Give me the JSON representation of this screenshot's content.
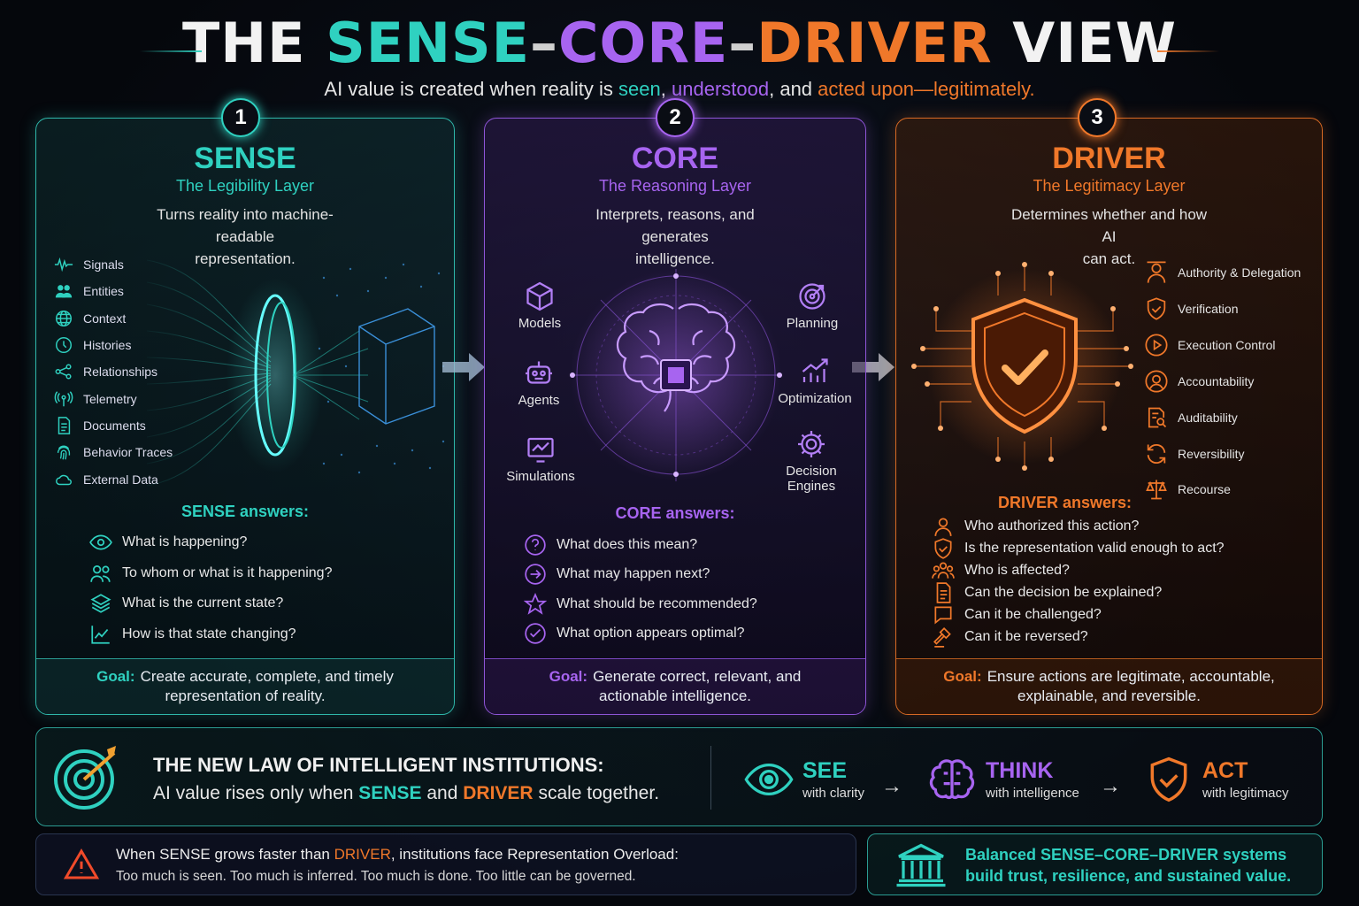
{
  "title": {
    "the": "THE",
    "sense": "SENSE",
    "dash1": "–",
    "core": "CORE",
    "dash2": "–",
    "driver": "DRIVER",
    "view": "VIEW"
  },
  "subtitle": {
    "pre": "AI value is created when reality is",
    "seen": "seen",
    "comma1": ",",
    "understood": "understood",
    "and": ", and",
    "acted": "acted upon—legitimately."
  },
  "sense": {
    "number": "1",
    "title": "SENSE",
    "subtitle": "The Legibility Layer",
    "description_line1": "Turns reality into machine-readable",
    "description_line2": "representation.",
    "inputs": [
      "Signals",
      "Entities",
      "Context",
      "Histories",
      "Relationships",
      "Telemetry",
      "Documents",
      "Behavior Traces",
      "External Data"
    ],
    "answers_title": "SENSE answers:",
    "answers": [
      "What is happening?",
      "To whom or what is it happening?",
      "What is the current state?",
      "How is that state changing?"
    ],
    "goal_label": "Goal:",
    "goal_line1": "Create accurate, complete, and timely",
    "goal_line2": "representation of reality."
  },
  "core": {
    "number": "2",
    "title": "CORE",
    "subtitle": "The Reasoning Layer",
    "description_line1": "Interprets, reasons, and generates",
    "description_line2": "intelligence.",
    "nodes": {
      "models": "Models",
      "agents": "Agents",
      "simulations": "Simulations",
      "planning": "Planning",
      "optimization": "Optimization",
      "decision_line1": "Decision",
      "decision_line2": "Engines"
    },
    "answers_title": "CORE answers:",
    "answers": [
      "What does this mean?",
      "What may happen next?",
      "What should be recommended?",
      "What option appears optimal?"
    ],
    "goal_label": "Goal:",
    "goal_line1": "Generate correct, relevant, and",
    "goal_line2": "actionable intelligence."
  },
  "driver": {
    "number": "3",
    "title": "DRIVER",
    "subtitle": "The Legitimacy Layer",
    "description_line1": "Determines whether and how AI",
    "description_line2": "can act.",
    "controls": [
      "Authority & Delegation",
      "Verification",
      "Execution Control",
      "Accountability",
      "Auditability",
      "Reversibility",
      "Recourse"
    ],
    "answers_title": "DRIVER answers:",
    "answers": [
      "Who authorized this action?",
      "Is the representation valid enough to act?",
      "Who is affected?",
      "Can the decision be explained?",
      "Can it be challenged?",
      "Can it be reversed?"
    ],
    "goal_label": "Goal:",
    "goal_line1": "Ensure actions are legitimate, accountable,",
    "goal_line2": "explainable, and reversible."
  },
  "law": {
    "title": "THE NEW LAW OF INTELLIGENT INSTITUTIONS:",
    "text_pre": "AI value rises only when",
    "sense": "SENSE",
    "and": "and",
    "driver": "DRIVER",
    "text_post": "scale together.",
    "steps": [
      {
        "word": "SEE",
        "sub": "with clarity"
      },
      {
        "word": "THINK",
        "sub": "with intelligence"
      },
      {
        "word": "ACT",
        "sub": "with legitimacy"
      }
    ],
    "arrow": "→"
  },
  "warning": {
    "pre": "When SENSE grows faster than",
    "driver": "DRIVER",
    "post": ", institutions face Representation Overload:",
    "line2": "Too much is seen. Too much is inferred. Too much is done. Too little can be governed."
  },
  "balanced": {
    "line1": "Balanced SENSE–CORE–DRIVER systems",
    "line2": "build trust, resilience, and sustained value."
  },
  "colors": {
    "sense": "#2fd1c0",
    "core": "#a764f0",
    "driver": "#f0782a"
  }
}
